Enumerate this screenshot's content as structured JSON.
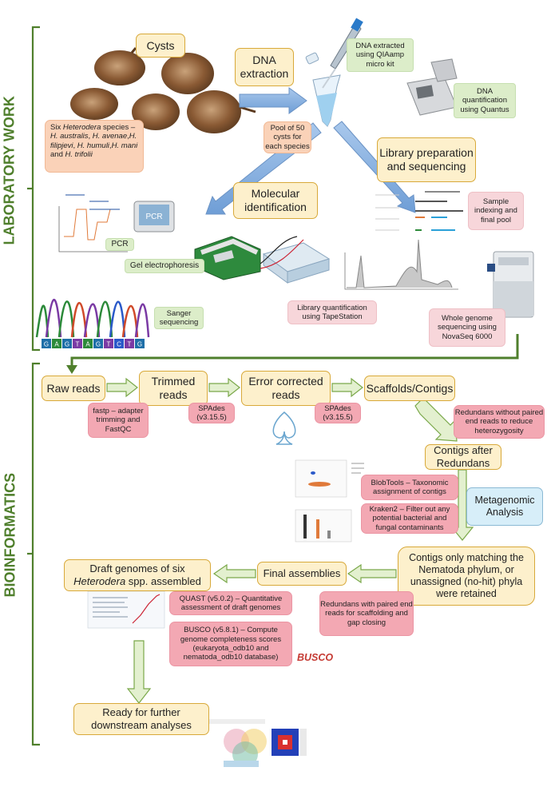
{
  "side_labels": {
    "lab": "LABORATORY WORK",
    "bio": "BIOINFORMATICS"
  },
  "lab": {
    "cysts": "Cysts",
    "species": [
      "Six ",
      "Heterodera",
      " species – ",
      "H. australis",
      ", ",
      "H. avenae",
      ",",
      "H. filipjevi",
      ", ",
      "H. humuli",
      ",",
      "H. mani",
      " and ",
      "H. trifolii"
    ],
    "dna_extraction": "DNA extraction",
    "dna_extracted": "DNA extracted using QIAamp micro kit",
    "dna_quant": "DNA quantification using Quantus",
    "pool": "Pool of 50 cysts for each species",
    "library": "Library preparation and sequencing",
    "molecular": "Molecular identification",
    "pcr": "PCR",
    "pcr_device": "PCR",
    "gel": "Gel electrophoresis",
    "sanger": "Sanger sequencing",
    "sanger_bases": [
      "G",
      "A",
      "G",
      "T",
      "A",
      "G",
      "T",
      "C",
      "T",
      "G"
    ],
    "sample_indexing": "Sample indexing and final pool",
    "library_quant": "Library quantification using TapeStation",
    "wgs": "Whole genome sequencing using NovaSeq 6000"
  },
  "bio": {
    "raw_reads": "Raw reads",
    "trimmed_reads": "Trimmed reads",
    "error_corrected": "Error corrected reads",
    "scaffolds": "Scaffolds/Contigs",
    "fastp": "fastp – adapter trimming and FastQC",
    "spades1": "SPAdes (v3.15.5)",
    "spades2": "SPAdes (v3.15.5)",
    "redundans_no_pair": "Redundans without paired end reads to reduce heterozygosity",
    "contigs_after": "Contigs after Redundans",
    "blobtools": "BlobTools – Taxonomic assignment of contigs",
    "kraken": "Kraken2 – Filter out any potential bacterial and fungal contaminants",
    "metagenomic": "Metagenomic Analysis",
    "retained": "Contigs only matching the Nematoda phylum, or unassigned (no-hit) phyla were retained",
    "final_assemblies": "Final assemblies",
    "draft_genomes": [
      "Draft genomes of six ",
      "Heterodera",
      " spp. assembled"
    ],
    "quast": "QUAST (v5.0.2) – Quantitative assessment of draft genomes",
    "busco": "BUSCO (v5.8.1) – Compute genome completeness scores (eukaryota_odb10 and nematoda_odb10 database)",
    "busco_logo": "BUSCO",
    "redundans_pair": "Redundans with paired end reads for scaffolding and gap closing",
    "ready": "Ready for further downstream analyses"
  },
  "colors": {
    "accent": "#4f7f2c",
    "arrow_blue": "#7ea9d9",
    "arrow_green": "#d6eab5"
  }
}
